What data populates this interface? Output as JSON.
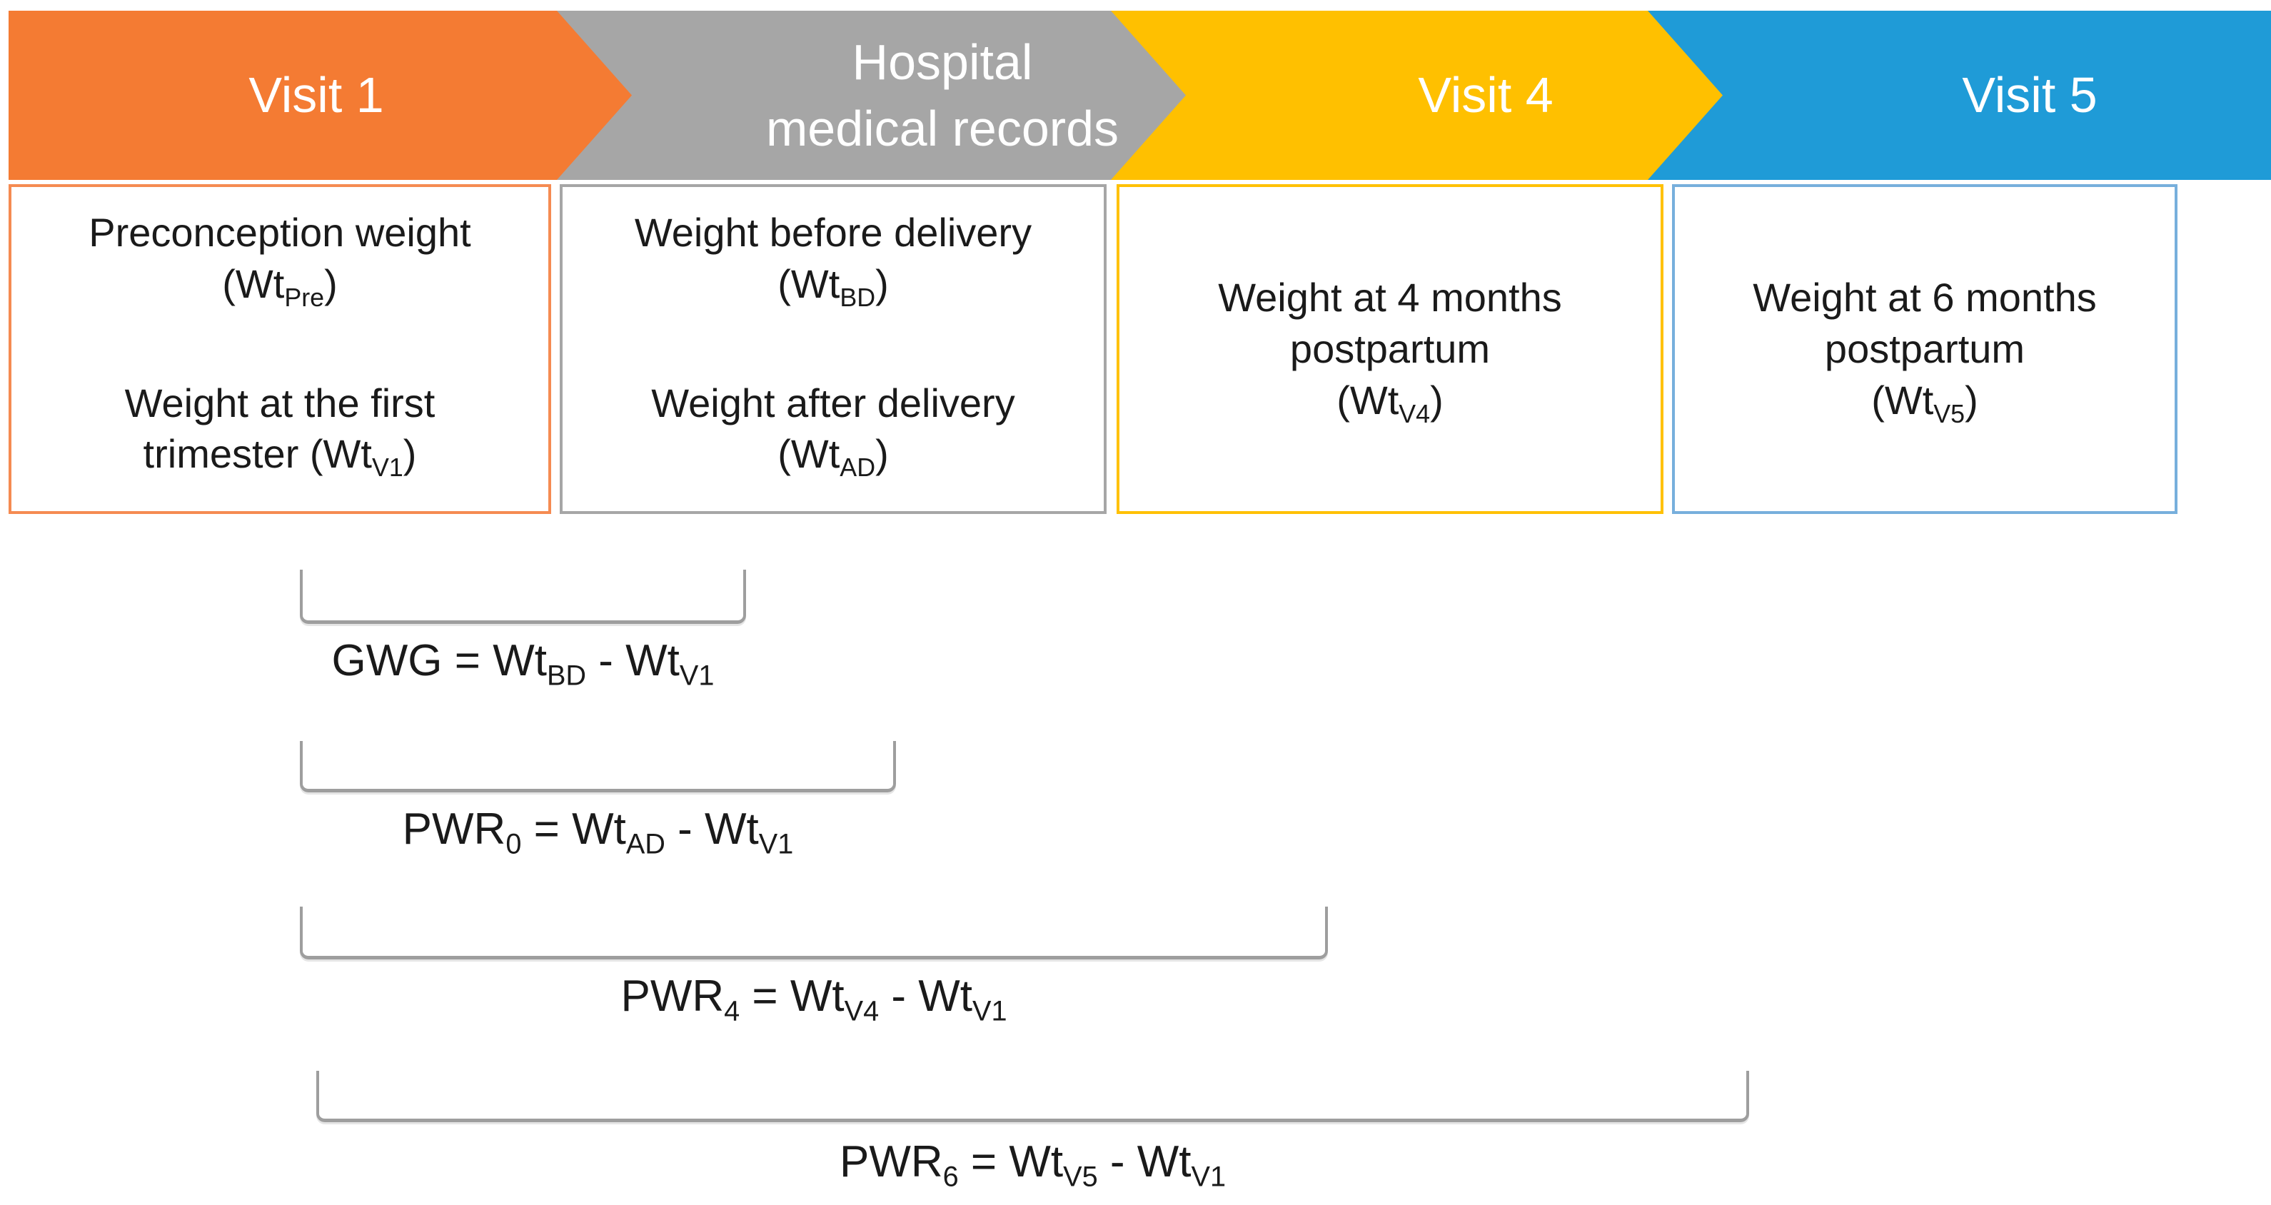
{
  "palette": {
    "stage1_fill": "#F47B33",
    "stage1_border": "#F58B52",
    "stage2_fill": "#A6A6A6",
    "stage2_border": "#A6A6A6",
    "stage3_fill": "#FFC000",
    "stage3_border": "#FFC104",
    "stage4_fill": "#1F9BD7",
    "stage4_border": "#77AFDC",
    "bracket": "#9E9E9E",
    "text": "#1A1A1A",
    "label": "#FFFFFF"
  },
  "timeline": {
    "stages": [
      {
        "label_line1": "Visit 1",
        "label_line2": ""
      },
      {
        "label_line1": "Hospital",
        "label_line2": "medical records"
      },
      {
        "label_line1": "Visit 4",
        "label_line2": ""
      },
      {
        "label_line1": "Visit 5",
        "label_line2": ""
      }
    ]
  },
  "boxes": {
    "visit1": {
      "m1_line1": "Preconception weight",
      "m1_pre": "(Wt",
      "m1_sub": "Pre",
      "m1_post": ")",
      "m2_line1": "Weight at the first",
      "m2_pre": "trimester (Wt",
      "m2_sub": "V1",
      "m2_post": ")"
    },
    "hospital": {
      "m1_line1": "Weight before delivery",
      "m1_pre": "(Wt",
      "m1_sub": "BD",
      "m1_post": ")",
      "m2_line1": "Weight after delivery",
      "m2_pre": "(Wt",
      "m2_sub": "AD",
      "m2_post": ")"
    },
    "visit4": {
      "line1": "Weight at 4 months",
      "line2": "postpartum",
      "pre": "(Wt",
      "sub": "V4",
      "post": ")"
    },
    "visit5": {
      "line1": "Weight at 6 months",
      "line2": "postpartum",
      "pre": "(Wt",
      "sub": "V5",
      "post": ")"
    }
  },
  "formulas": [
    {
      "base": "GWG",
      "base_sub": "",
      "mid": " = Wt",
      "mid_sub": "BD",
      "tail": " - Wt",
      "tail_sub": "V1"
    },
    {
      "base": "PWR",
      "base_sub": "0",
      "mid": " = Wt",
      "mid_sub": "AD",
      "tail": " - Wt",
      "tail_sub": "V1"
    },
    {
      "base": "PWR",
      "base_sub": "4",
      "mid": " = Wt",
      "mid_sub": "V4",
      "tail": " - Wt",
      "tail_sub": "V1"
    },
    {
      "base": "PWR",
      "base_sub": "6",
      "mid": " = Wt",
      "mid_sub": "V5",
      "tail": " - Wt",
      "tail_sub": "V1"
    }
  ]
}
